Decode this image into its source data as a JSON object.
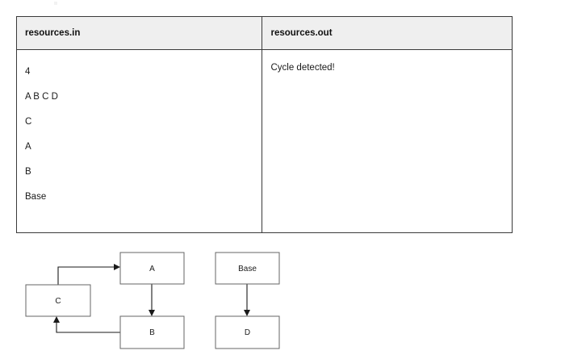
{
  "table": {
    "headers": [
      "resources.in",
      "resources.out"
    ],
    "input_lines": [
      "4",
      "A B C D",
      "C",
      "A",
      "B",
      "Base"
    ],
    "output_lines": [
      "Cycle detected!"
    ]
  },
  "diagram": {
    "type": "directed-graph",
    "nodes": [
      {
        "id": "A",
        "label": "A"
      },
      {
        "id": "C",
        "label": "C"
      },
      {
        "id": "B",
        "label": "B"
      },
      {
        "id": "Base",
        "label": "Base"
      },
      {
        "id": "D",
        "label": "D"
      }
    ],
    "edges": [
      {
        "from": "C",
        "to": "A"
      },
      {
        "from": "A",
        "to": "B"
      },
      {
        "from": "B",
        "to": "C"
      },
      {
        "from": "Base",
        "to": "D"
      }
    ]
  },
  "colors": {
    "header_background": "#efefef",
    "table_border": "#3a3a3a",
    "node_border": "#666666",
    "edge": "#1a1a1a",
    "text": "#1a1a1a"
  }
}
